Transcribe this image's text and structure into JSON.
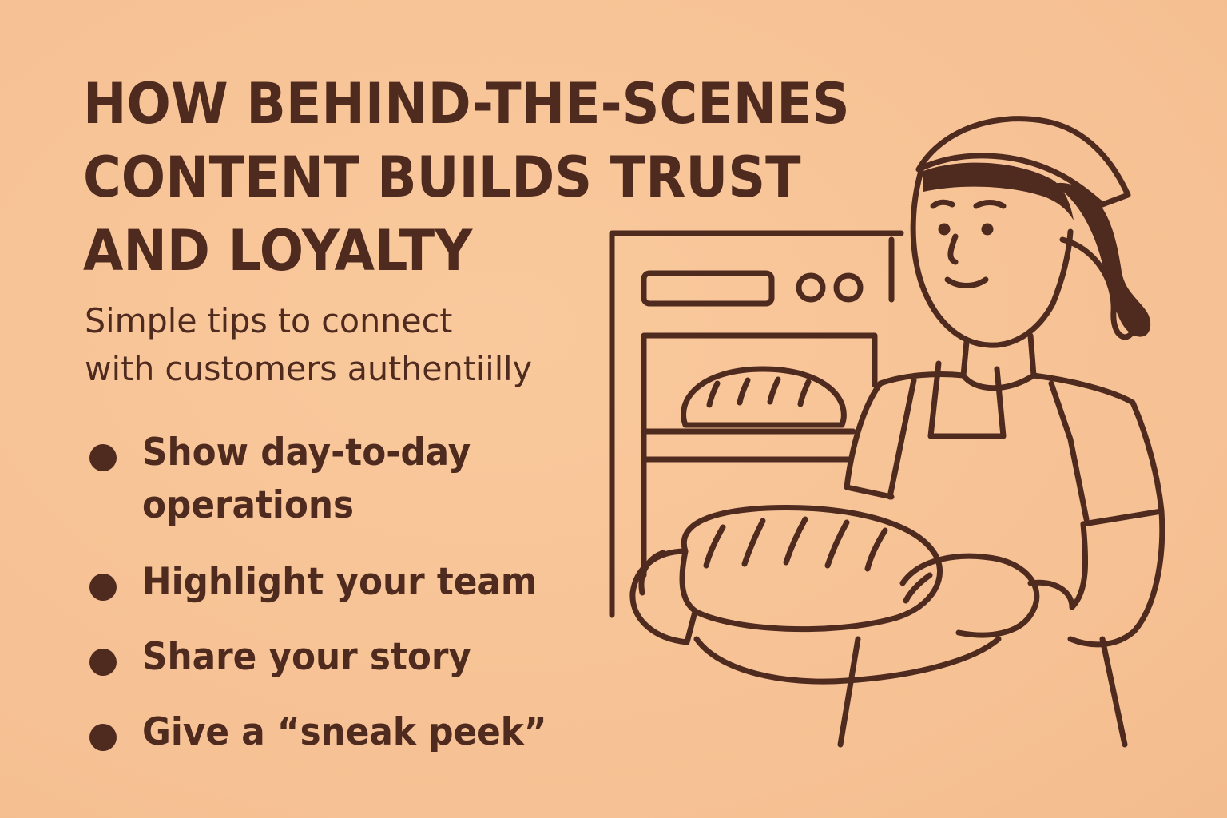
{
  "headline": {
    "line1": "HOW BEHIND-THE-SCENES",
    "line2": "CONTENT BUILDS TRUST",
    "line3": "AND LOYALTY"
  },
  "subtitle": {
    "line1": "Simple tips to connect",
    "line2": "with customers authentiilly"
  },
  "tips": [
    {
      "line1": "Show day-to-day",
      "line2": "operations"
    },
    {
      "line1": "Highlight your team"
    },
    {
      "line1": "Share your story"
    },
    {
      "line1": "Give a “sneak peek”"
    }
  ],
  "illustration": {
    "subject": "baker-holding-bread-icon",
    "elements": [
      "oven-icon",
      "bread-loaf-icon",
      "oven-mitt-icon",
      "headscarf-icon"
    ]
  },
  "colors": {
    "background": "#F7C496",
    "ink": "#4F2A1F"
  }
}
